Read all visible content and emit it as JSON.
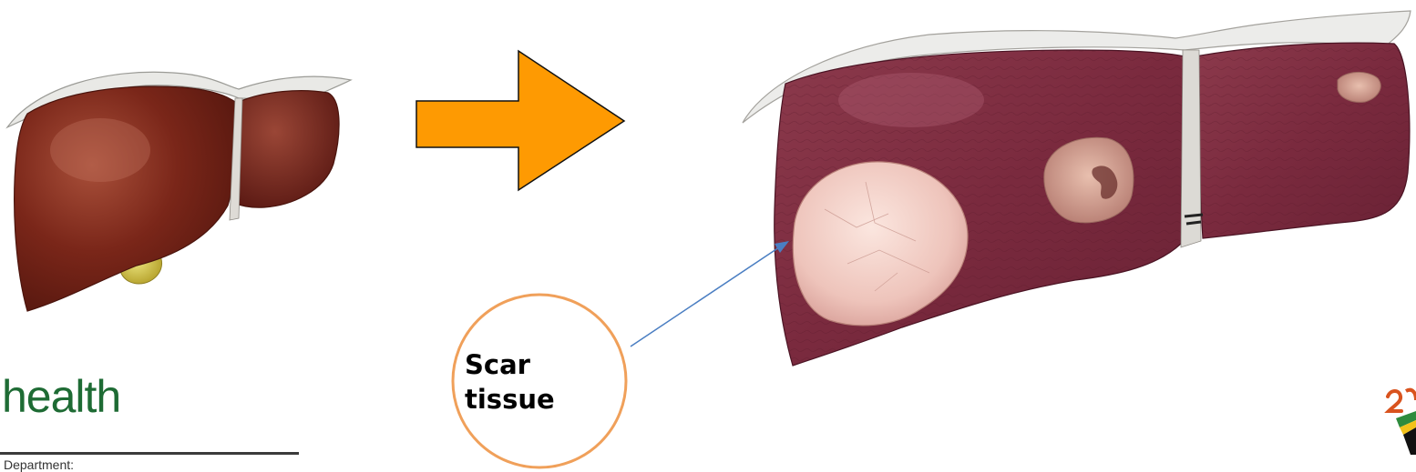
{
  "callout": {
    "line1": "Scar",
    "line2": "tissue"
  },
  "logo": {
    "word": "health",
    "department": "Department:"
  },
  "icons": {
    "healthy_liver": "healthy-liver-illustration",
    "diseased_liver": "cirrhotic-liver-illustration",
    "arrow": "right-arrow-icon",
    "badge": "anniversary-badge-icon"
  },
  "colors": {
    "arrow_fill": "#fe9a02",
    "arrow_stroke": "#111111",
    "callout_circle": "#f0a05a",
    "pointer_line": "#4a7ec2",
    "logo_green": "#1e6b34",
    "healthy_liver": "#7a2619",
    "diseased_liver": "#803042",
    "scar_nodule": "#efcbc4"
  }
}
